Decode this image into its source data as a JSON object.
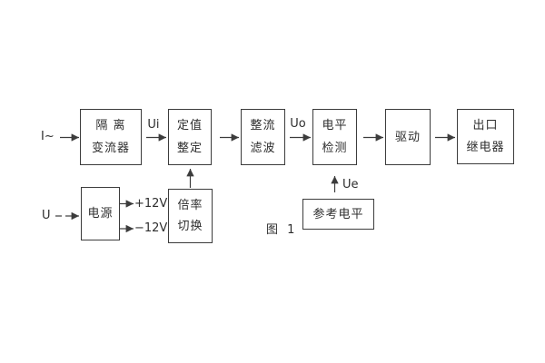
{
  "figure": {
    "caption": "图 1",
    "background": "#ffffff",
    "line_color": "#3c3c3c"
  },
  "inputs": {
    "current": "I~",
    "voltage": "U"
  },
  "signals": {
    "ui": "Ui",
    "uo": "Uo",
    "ue": "Ue",
    "pos12": "+12V",
    "neg12": "−12V"
  },
  "blocks": {
    "isolation": {
      "line1": "隔 离",
      "line2": "变流器"
    },
    "setting": {
      "line1": "定值",
      "line2": "整定"
    },
    "rectifier": {
      "line1": "整流",
      "line2": "滤波"
    },
    "level": {
      "line1": "电平",
      "line2": "检测"
    },
    "driver": {
      "line1": "驱动"
    },
    "relay": {
      "line1": "出口",
      "line2": "继电器"
    },
    "power": {
      "line1": "电源"
    },
    "ratio": {
      "line1": "倍率",
      "line2": "切换"
    },
    "reference": {
      "line1": "参考电平"
    }
  }
}
